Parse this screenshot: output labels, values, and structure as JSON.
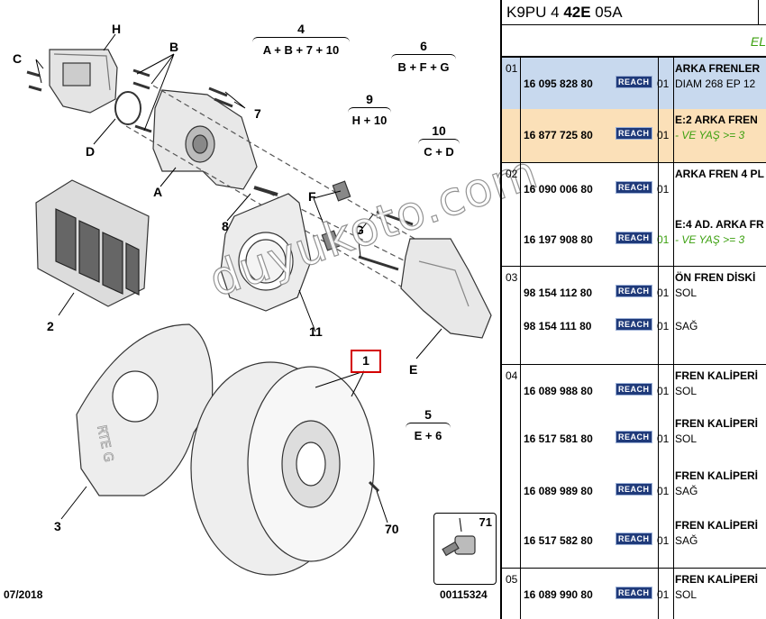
{
  "diagram": {
    "part_labels": [
      "H",
      "B",
      "C",
      "D",
      "A",
      "7",
      "8",
      "F",
      "G",
      "2",
      "11",
      "1",
      "E",
      "3",
      "70",
      "71"
    ],
    "formulas": [
      {
        "num": "4",
        "expr": "A + B + 7 + 10"
      },
      {
        "num": "6",
        "expr": "B + F + G"
      },
      {
        "num": "9",
        "expr": "H + 10"
      },
      {
        "num": "10",
        "expr": "C + D"
      },
      {
        "num": "5",
        "expr": "E + 6"
      }
    ],
    "date": "07/2018",
    "reference": "00115324",
    "inset_label": "71",
    "highlighted_part": "1",
    "watermark": "duyukoto.com",
    "disc_stamp": "RTE G"
  },
  "panel": {
    "header_prefix": "K9PU 4 ",
    "header_bold": "42E",
    "header_suffix": " 05A",
    "column_title": "EL",
    "rows": [
      {
        "group": "01",
        "part": "16 095 828 80",
        "badge": "REACH",
        "qty": "01",
        "line1": "ARKA FRENLER",
        "line2": "DIAM 268 EP 12",
        "line2_green": false,
        "qty_green": false,
        "hl": "hl1"
      },
      {
        "group": "",
        "part": "16 877 725 80",
        "badge": "REACH",
        "qty": "01",
        "line1": "E:2 ARKA FREN",
        "line2": "- VE YAŞ >= 3",
        "line2_green": true,
        "qty_green": false,
        "hl": "hl2"
      },
      {
        "group": "02",
        "part": "16 090 006 80",
        "badge": "REACH",
        "qty": "01",
        "line1": "ARKA FREN 4 PL",
        "line2": "",
        "line2_green": false,
        "qty_green": false,
        "hl": ""
      },
      {
        "group": "",
        "part": "16 197 908 80",
        "badge": "REACH",
        "qty": "01",
        "line1": "E:4 AD. ARKA FR",
        "line2": "- VE YAŞ >= 3",
        "line2_green": true,
        "qty_green": true,
        "hl": ""
      },
      {
        "group": "03",
        "part": "98 154 112 80",
        "badge": "REACH",
        "qty": "01",
        "line1": "ÖN FREN DİSKİ",
        "line2": "SOL",
        "line2_green": false,
        "qty_green": false,
        "hl": ""
      },
      {
        "group": "",
        "part": "98 154 111 80",
        "badge": "REACH",
        "qty": "01",
        "line1": "",
        "line2": "SAĞ",
        "line2_green": false,
        "qty_green": false,
        "hl": ""
      },
      {
        "group": "04",
        "part": "16 089 988 80",
        "badge": "REACH",
        "qty": "01",
        "line1": "FREN KALİPERİ",
        "line2": "SOL",
        "line2_green": false,
        "qty_green": false,
        "hl": ""
      },
      {
        "group": "",
        "part": "16 517 581 80",
        "badge": "REACH",
        "qty": "01",
        "line1": "FREN KALİPERİ",
        "line2": "SOL",
        "line2_green": false,
        "qty_green": false,
        "hl": ""
      },
      {
        "group": "",
        "part": "16 089 989 80",
        "badge": "REACH",
        "qty": "01",
        "line1": "FREN KALİPERİ",
        "line2": "SAĞ",
        "line2_green": false,
        "qty_green": false,
        "hl": ""
      },
      {
        "group": "",
        "part": "16 517 582 80",
        "badge": "REACH",
        "qty": "01",
        "line1": "FREN KALİPERİ",
        "line2": "SAĞ",
        "line2_green": false,
        "qty_green": false,
        "hl": ""
      },
      {
        "group": "05",
        "part": "16 089 990 80",
        "badge": "REACH",
        "qty": "01",
        "line1": "FREN KALİPERİ",
        "line2": "SOL",
        "line2_green": false,
        "qty_green": false,
        "hl": ""
      }
    ]
  }
}
